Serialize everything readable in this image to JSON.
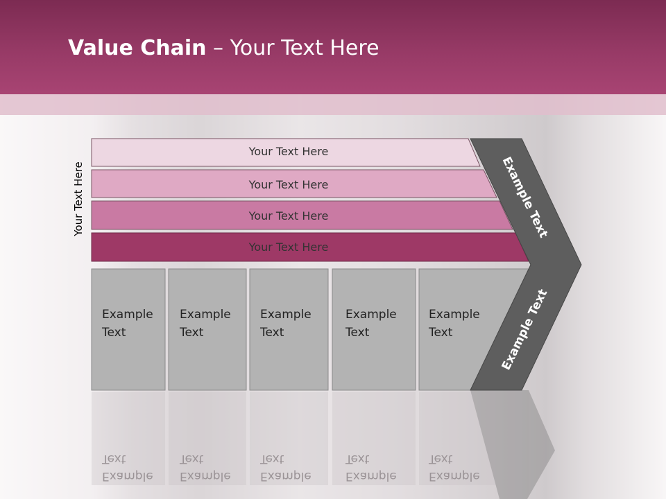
{
  "slide": {
    "title_bold": "Value Chain",
    "title_rest": " – Your Text Here",
    "side_label": "Your Text Here"
  },
  "rows": [
    {
      "label": "Your Text Here",
      "color": "#edd7e2"
    },
    {
      "label": "Your Text Here",
      "color": "#dfa9c4"
    },
    {
      "label": "Your Text Here",
      "color": "#c97aa3"
    },
    {
      "label": "Your Text Here",
      "color": "#9e3966"
    }
  ],
  "boxes": [
    {
      "line1": "Example",
      "line2": "Text"
    },
    {
      "line1": "Example",
      "line2": "Text"
    },
    {
      "line1": "Example",
      "line2": "Text"
    },
    {
      "line1": "Example",
      "line2": "Text"
    },
    {
      "line1": "Example",
      "line2": "Text"
    }
  ],
  "arrow": {
    "upper_label": "Example Text",
    "lower_label": "Example Text",
    "color": "#5e5e5e"
  },
  "colors": {
    "header": "#973a66",
    "box_fill": "#b3b3b3"
  }
}
